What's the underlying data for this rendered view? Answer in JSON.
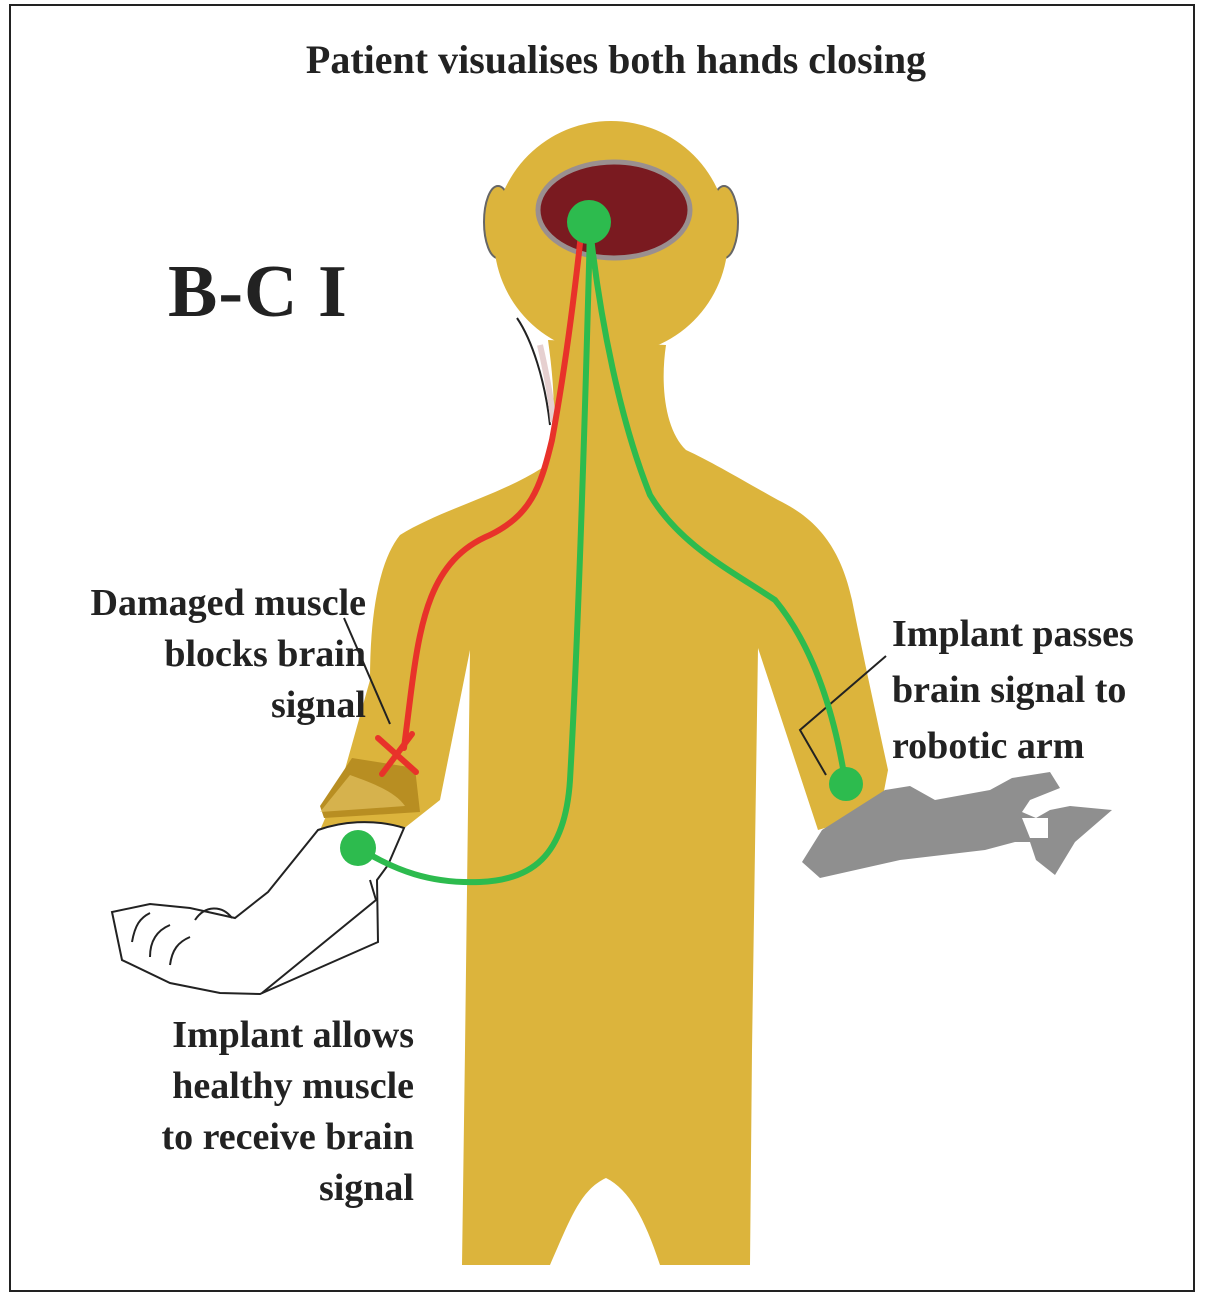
{
  "diagram": {
    "title": "Patient visualises both hands closing",
    "acronym": "B-C I",
    "labels": {
      "damaged_muscle": "Damaged muscle\nblocks brain\nsignal",
      "robotic_arm": "Implant passes\nbrain signal to\nrobotic arm",
      "healthy_muscle": "Implant allows\nhealthy muscle\nto receive brain\nsignal"
    },
    "colors": {
      "body": "#dcb43c",
      "brain": "#7a1a20",
      "brain_rim": "#9a8f8f",
      "blocked_signal": "#e8322a",
      "working_signal": "#2dbb4e",
      "damaged_band": "#b88e22",
      "robotic_arm": "#8f8f8f",
      "outline": "#222222"
    }
  }
}
